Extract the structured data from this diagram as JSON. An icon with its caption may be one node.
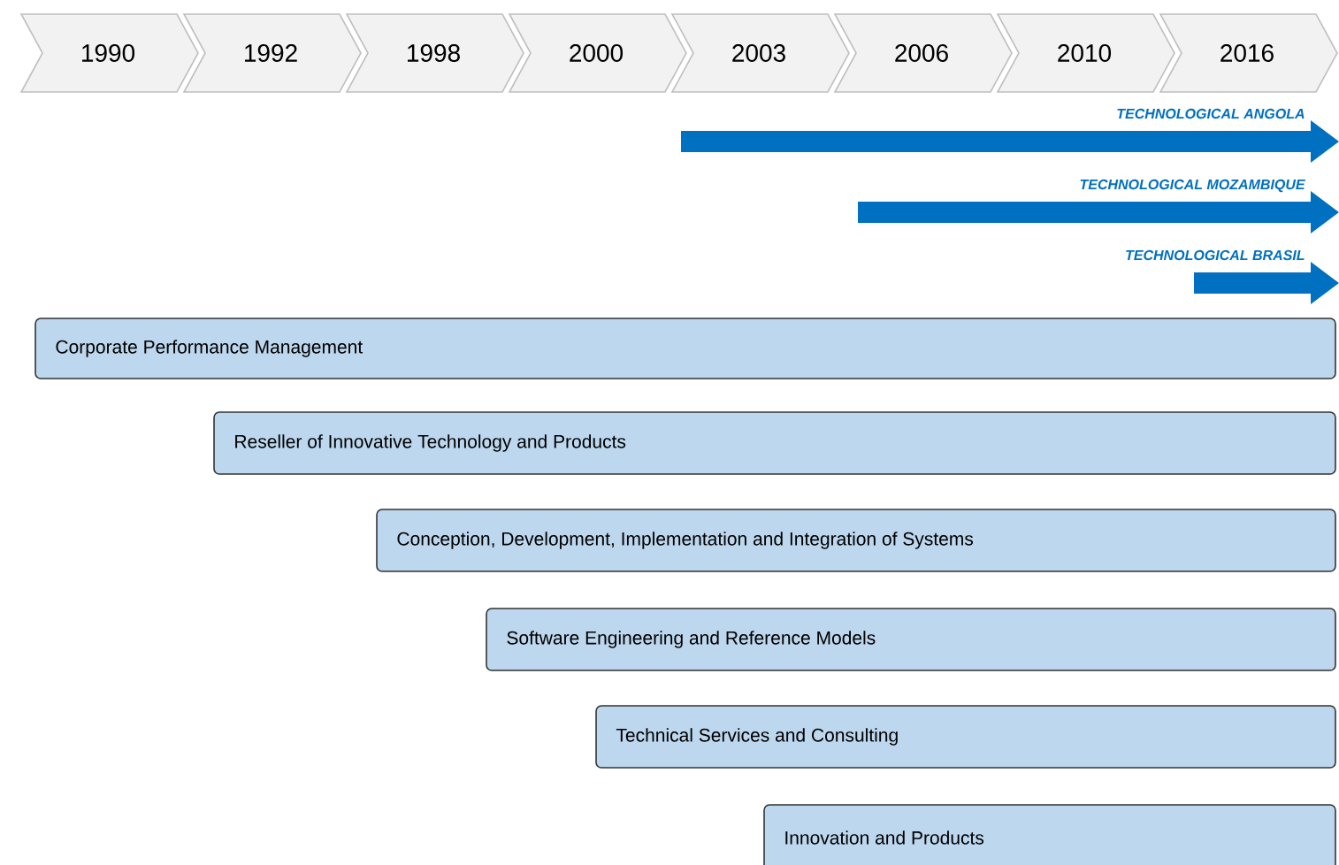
{
  "diagram": {
    "nodes": [
      {
        "text": [
          "1990"
        ]
      },
      {
        "text": [
          "1992"
        ]
      },
      {
        "text": [
          "1998"
        ]
      },
      {
        "text": [
          "2000"
        ]
      },
      {
        "text": [
          "2003"
        ]
      },
      {
        "text": [
          "2006"
        ]
      },
      {
        "text": [
          "2010"
        ]
      },
      {
        "text": [
          "2016"
        ]
      },
      {
        "text": [
          "Corporate Performance Management"
        ]
      },
      {
        "text": [
          "Reseller of Innovative Technology and Products"
        ]
      },
      {
        "text": [
          "Conception, Development, Implementation and Integration of Systems"
        ]
      },
      {
        "text": [
          "Software Engineering and Reference Models"
        ]
      },
      {
        "text": [
          "Technical Services and Consulting"
        ]
      },
      {
        "text": [
          "Innovation and Products"
        ]
      }
    ],
    "labels": [
      "TECHNOLOGICAL ANGOLA",
      "TECHNOLOGICAL MOZAMBIQUE",
      "TECHNOLOGICAL BRASIL"
    ]
  }
}
